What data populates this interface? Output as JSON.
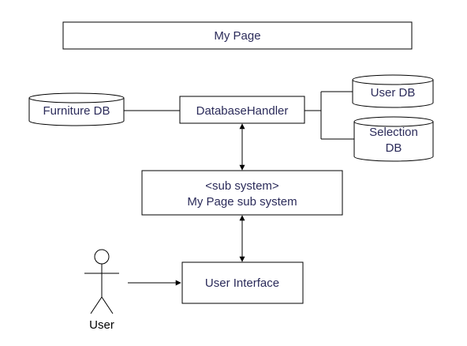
{
  "diagram": {
    "title": "My Page",
    "nodes": {
      "furniture_db": {
        "label": "Furniture DB"
      },
      "database_handler": {
        "label": "DatabaseHandler"
      },
      "user_db": {
        "label": "User DB"
      },
      "selection_db": {
        "label_line1": "Selection",
        "label_line2": "DB"
      },
      "subsystem": {
        "stereotype": "<sub system>",
        "label": "My Page sub system"
      },
      "user_interface": {
        "label": "User Interface"
      },
      "actor": {
        "label": "User"
      }
    }
  },
  "colors": {
    "stroke": "#000000",
    "text": "#2b2b5a",
    "actor_text": "#000000",
    "fill": "#ffffff"
  }
}
